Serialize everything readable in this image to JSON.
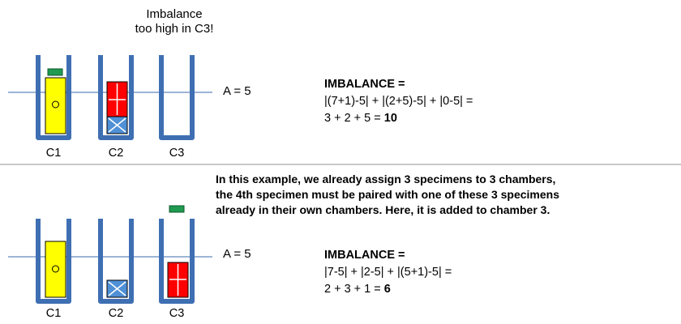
{
  "top": {
    "note_line1": "Imbalance",
    "note_line2": "too high in C3!",
    "a_label": "A = 5",
    "formula_title": "IMBALANCE =",
    "formula_line1": "|(7+1)-5| + |(2+5)-5| + |0-5| =",
    "formula_line2_prefix": "3 + 2 + 5 = ",
    "formula_result": "10",
    "chambers": [
      "C1",
      "C2",
      "C3"
    ]
  },
  "bottom": {
    "description": [
      "In this example, we already assign 3 specimens to 3 chambers,",
      "the 4th specimen must be paired with one of these 3 specimens",
      "already in their own chambers. Here, it is added to chamber 3."
    ],
    "a_label": "A = 5",
    "formula_title": "IMBALANCE =",
    "formula_line1": "|7-5| + |2-5| + |(5+1)-5| =",
    "formula_line2_prefix": "2 + 3 + 1 = ",
    "formula_result": "6",
    "chambers": [
      "C1",
      "C2",
      "C3"
    ]
  },
  "colors": {
    "chamber": "#3f6fb3",
    "line": "#7b9cc8",
    "yellow": "#ffff00",
    "red": "#ff0000",
    "blue_box": "#4f90d6",
    "green_tag": "#1f9a50",
    "divider": "#c8c8c8"
  }
}
